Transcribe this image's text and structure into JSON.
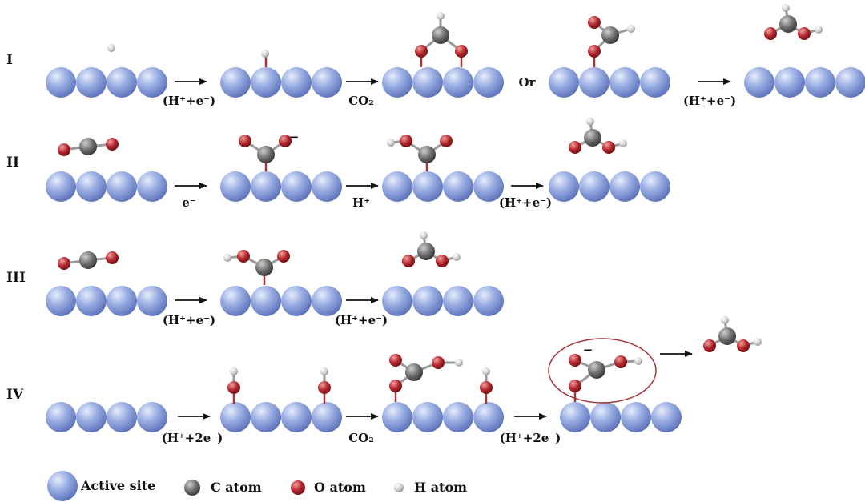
{
  "rows": [
    {
      "roman": "I",
      "labels": [
        "(H⁺+e⁻)",
        "CO₂",
        "Or",
        "(H⁺+e⁻)"
      ]
    },
    {
      "roman": "II",
      "labels": [
        "e⁻",
        "H⁺",
        "(H⁺+e⁻)"
      ],
      "charge": "−"
    },
    {
      "roman": "III",
      "labels": [
        "(H⁺+e⁻)",
        "(H⁺+e⁻)"
      ]
    },
    {
      "roman": "IV",
      "labels": [
        "(H⁺+2e⁻)",
        "CO₂",
        "(H⁺+2e⁻)"
      ],
      "charge": "−"
    }
  ],
  "legend": {
    "active_site": "Active site",
    "c_atom": "C atom",
    "o_atom": "O atom",
    "h_atom": "H atom"
  },
  "colors": {
    "active_site": "#8ea2dc",
    "c_atom": "#6b6b6b",
    "o_atom": "#b3262c",
    "h_atom": "#c9c9c9",
    "bond": "#a0353a",
    "highlight_ring": "#a0353a"
  }
}
